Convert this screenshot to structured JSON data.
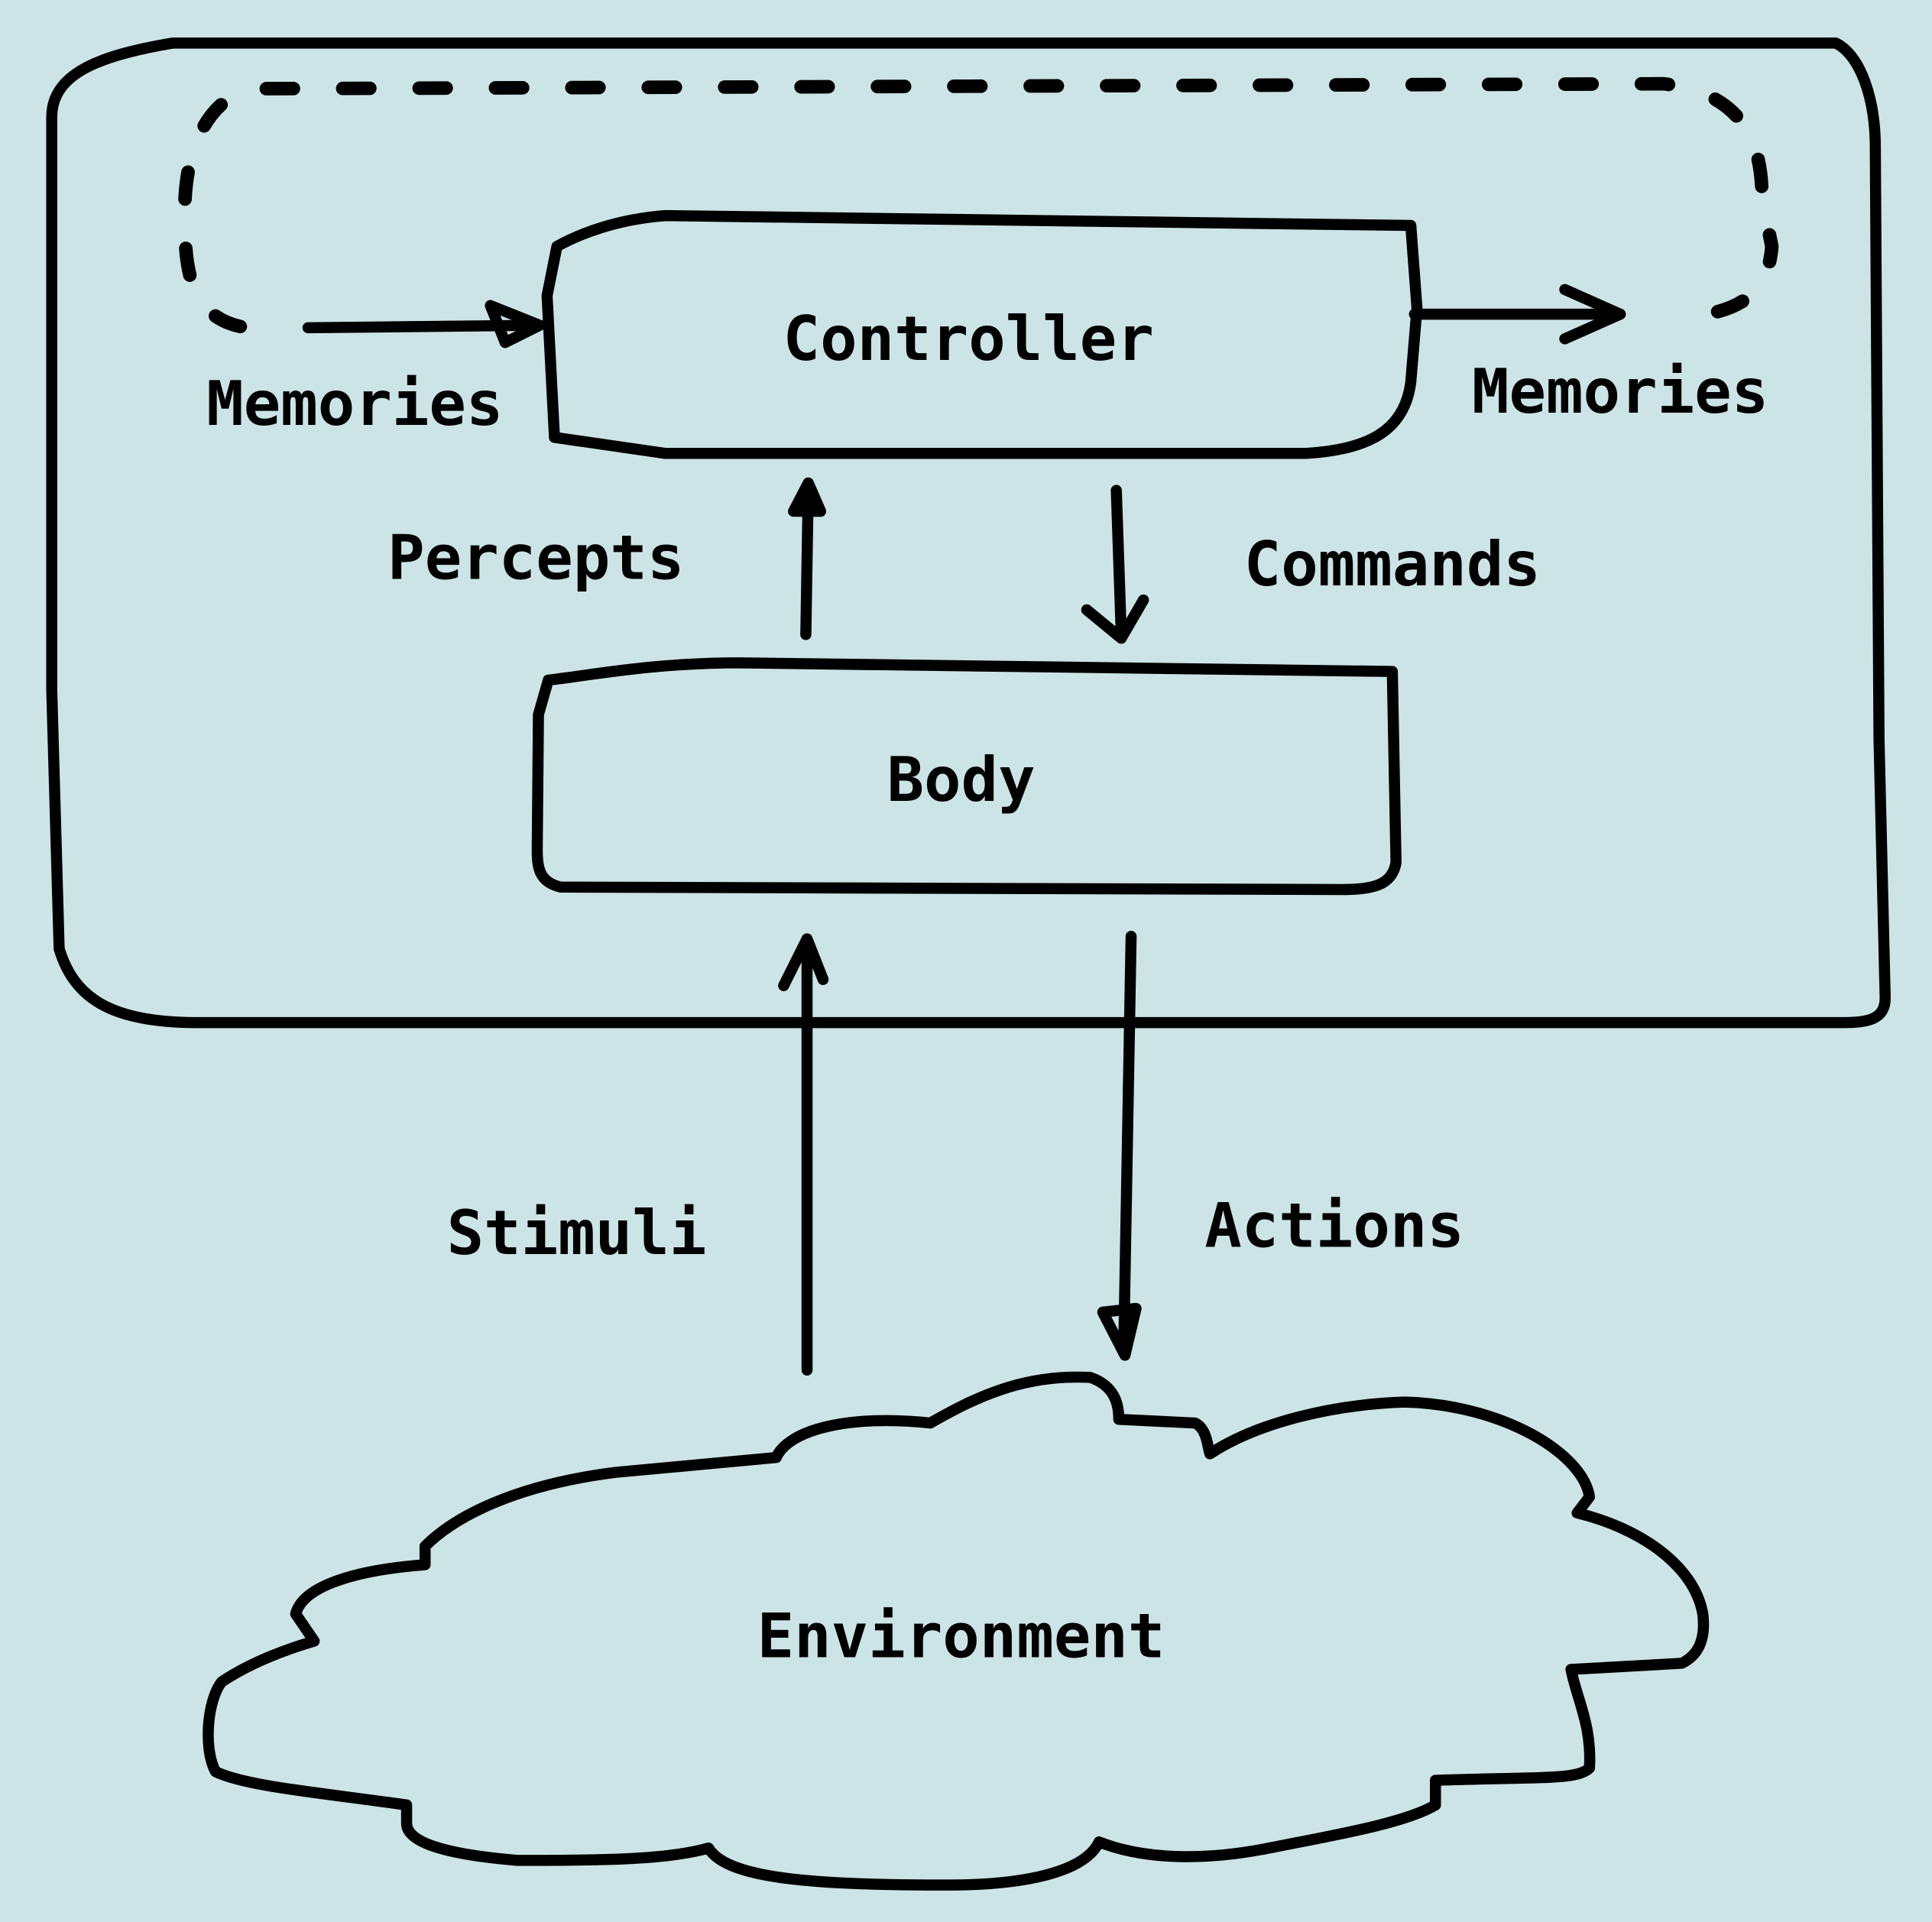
{
  "diagram": {
    "background_color": "#cde4e6",
    "stroke_color": "#000000",
    "nodes": {
      "controller": "Controller",
      "body": "Body",
      "environment": "Environment"
    },
    "edges": {
      "memories_in": "Memories",
      "memories_out": "Memories",
      "percepts": "Percepts",
      "commands": "Commands",
      "stimuli": "Stimuli",
      "actions": "Actions"
    }
  }
}
